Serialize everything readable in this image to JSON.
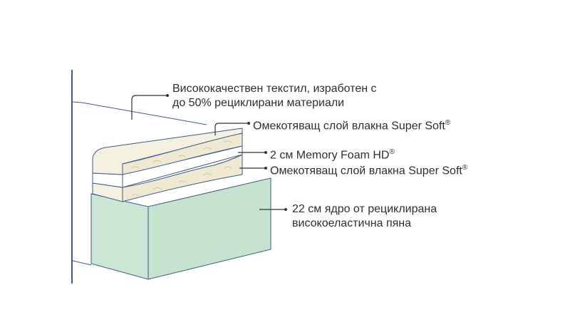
{
  "labels": {
    "textile_line1": "Висококачествен текстил, изработен с",
    "textile_line2": "до 50% рециклирани материали",
    "fiber_top": "Омекотяващ слой влакна Super Soft",
    "memory_foam": "2 см Memory Foam HD",
    "fiber_bottom": "Омекотяващ слой влакна Super Soft",
    "core_line1": "22 см ядро от рециклирана",
    "core_line2": "високоеластична пяна",
    "registered": "®"
  },
  "colors": {
    "outline": "#3d5a8a",
    "cream": "#f4f1e0",
    "green": "#cbe6d4",
    "leader": "#333333"
  }
}
